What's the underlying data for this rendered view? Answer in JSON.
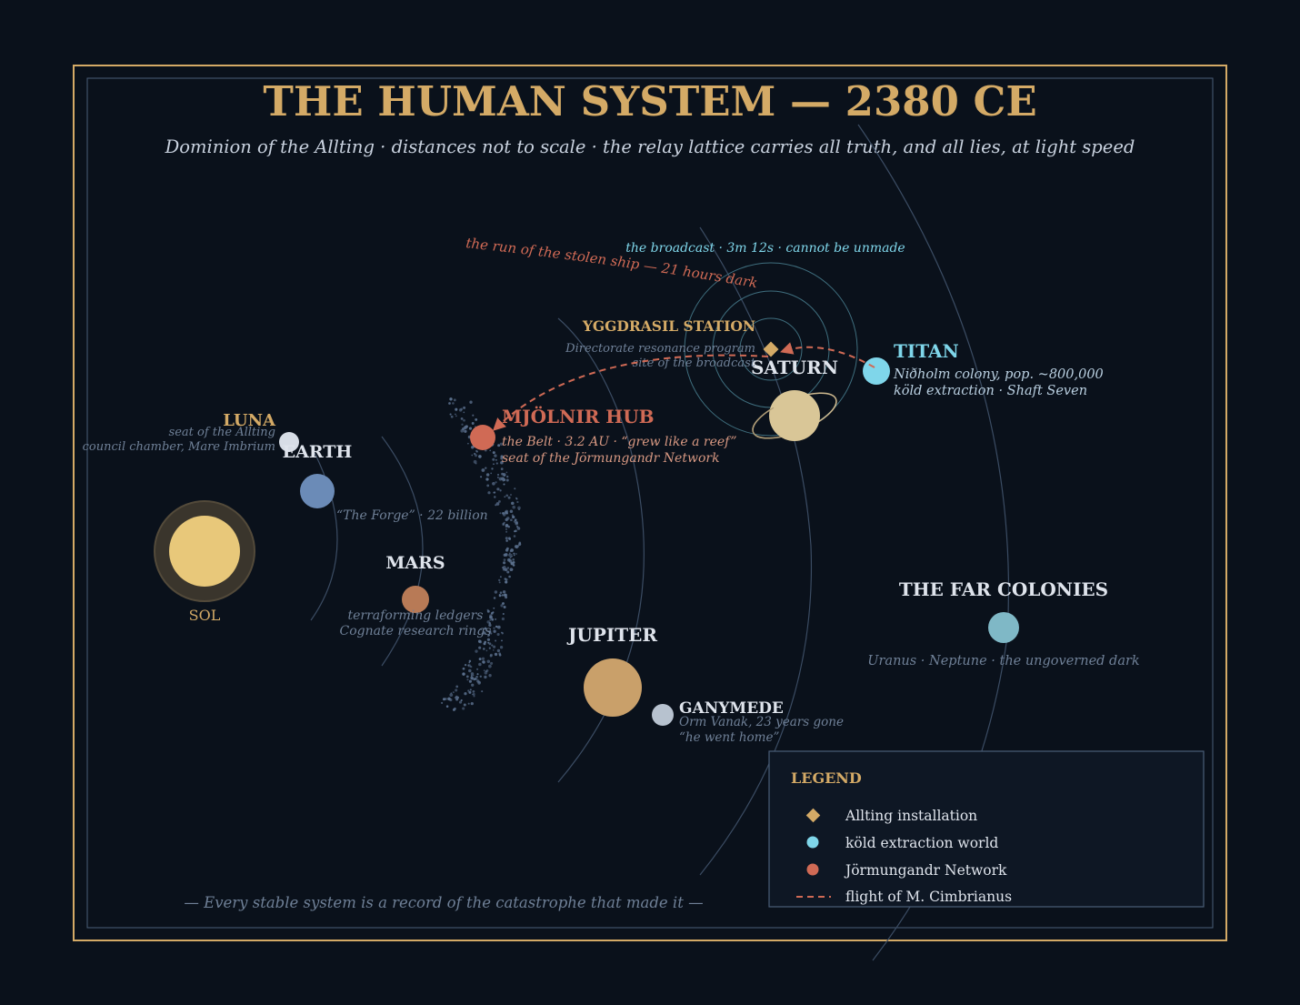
{
  "title": "THE HUMAN SYSTEM — 2380 CE",
  "subtitle": "Dominion of the Allting  ·  distances not to scale  ·  the relay lattice carries all truth, and all lies, at light speed",
  "colors": {
    "background": "#0a111b",
    "gold": "#d4aa66",
    "frame_inner": "#4a5e78",
    "cyan": "#7fd6ea",
    "red": "#d06a55",
    "text_light": "#dfe4ec",
    "text_muted": "#6f8097",
    "orbit": "#3b4c63",
    "belt": "#5a6f8c"
  },
  "bodies": {
    "sol": {
      "label": "SOL"
    },
    "luna": {
      "name": "LUNA",
      "note1": "seat of the Allting",
      "note2": "council chamber, Mare Imbrium"
    },
    "earth": {
      "name": "EARTH",
      "note": "“The Forge” · 22 billion"
    },
    "mars": {
      "name": "MARS",
      "note1": "terraforming ledgers",
      "note2": "Cognate research rings"
    },
    "mjolnir": {
      "name": "MJÖLNIR HUB",
      "note1": "the Belt · 3.2 AU · “grew like a reef”",
      "note2": "seat of the Jörmungandr Network"
    },
    "jupiter": {
      "name": "JUPITER"
    },
    "ganymede": {
      "name": "GANYMEDE",
      "note1": "Orm Vanak, 23 years gone",
      "note2": "“he went home”"
    },
    "saturn": {
      "name": "SATURN"
    },
    "yggdrasil": {
      "name": "YGGDRASIL STATION",
      "note1": "Directorate resonance program",
      "note2": "site of the broadcast"
    },
    "titan": {
      "name": "TITAN",
      "note1": "Niðholm colony, pop. ~800,000",
      "note2": "köld extraction · Shaft Seven"
    },
    "far": {
      "name": "THE FAR COLONIES",
      "note": "Uranus · Neptune · the ungoverned dark"
    }
  },
  "annotations": {
    "broadcast": "the broadcast · 3m 12s · cannot be unmade",
    "flight": "the run of the stolen ship — 21 hours dark"
  },
  "legend": {
    "title": "LEGEND",
    "items": [
      {
        "icon": "diamond-icon",
        "label": "Allting installation"
      },
      {
        "icon": "cyan-dot-icon",
        "label": "köld extraction world"
      },
      {
        "icon": "red-dot-icon",
        "label": "Jörmungandr Network"
      },
      {
        "icon": "dashed-line-icon",
        "label": "flight of M. Cimbrianus"
      }
    ]
  },
  "footer": "— Every stable system is a record of the catastrophe that made it —"
}
